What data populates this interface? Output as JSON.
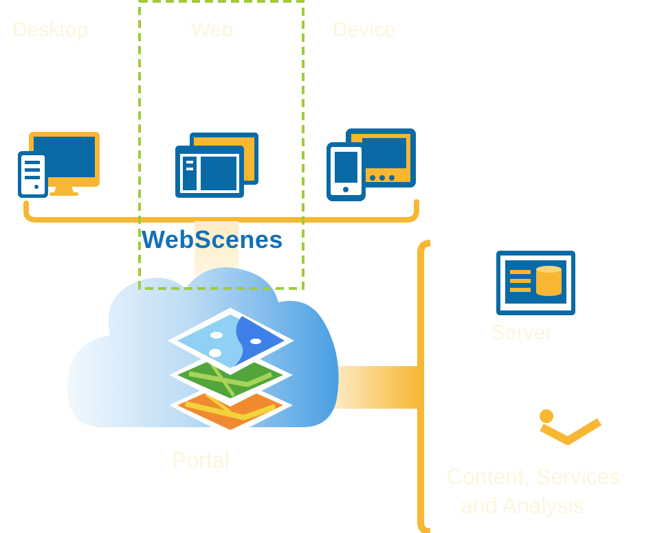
{
  "labels": {
    "desktop": "Desktop",
    "web": "Web",
    "device": "Device",
    "webscenes": "WebScenes",
    "server": "Server",
    "portal": "Portal",
    "content_line1": "Content, Services",
    "content_line2": "and Analysis"
  },
  "colors": {
    "accent_orange": "#f7b733",
    "device_blue": "#0a6aa6",
    "webscenes_text": "#1470b8",
    "dashed_green": "#9fcb3c"
  },
  "icons": [
    "desktop-computer-icon",
    "web-browser-windows-icon",
    "mobile-devices-icon",
    "server-database-icon",
    "checkmark-analysis-icon",
    "layered-map-icon",
    "cloud-icon"
  ]
}
